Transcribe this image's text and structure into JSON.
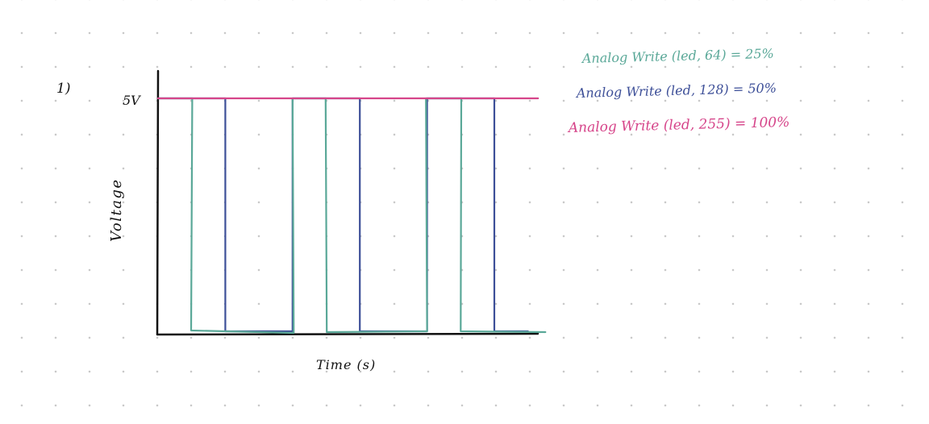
{
  "problem_number": "1)",
  "axes": {
    "y_label": "Voltage",
    "y_tick_label": "5V",
    "x_label": "Time (s)"
  },
  "legend": [
    {
      "text": "Analog Write (led, 64) = 25%",
      "color": "#5aa898"
    },
    {
      "text": "Analog Write (led, 128) = 50%",
      "color": "#3d4f98"
    },
    {
      "text": "Analog Write (led, 255) = 100%",
      "color": "#d6458a"
    }
  ],
  "chart_data": {
    "type": "line",
    "xlabel": "Time (s)",
    "ylabel": "Voltage",
    "y_tick_labels": [
      "5V"
    ],
    "grid": false,
    "legend_position": "top-right",
    "series": [
      {
        "name": "Analog Write (led, 64) = 25%",
        "color": "#5aa898",
        "duty_cycle": 0.25,
        "x": [
          0,
          1,
          1,
          4,
          4,
          5,
          5,
          8,
          8,
          9,
          9,
          11.5
        ],
        "y": [
          5,
          5,
          0,
          0,
          5,
          5,
          0,
          0,
          5,
          5,
          0,
          0
        ]
      },
      {
        "name": "Analog Write (led, 128) = 50%",
        "color": "#3d4f98",
        "duty_cycle": 0.5,
        "x": [
          0,
          2,
          2,
          4,
          4,
          6,
          6,
          8,
          8,
          10,
          10,
          11
        ],
        "y": [
          5,
          5,
          0,
          0,
          5,
          5,
          0,
          0,
          5,
          5,
          0,
          0
        ]
      },
      {
        "name": "Analog Write (led, 255) = 100%",
        "color": "#d6458a",
        "duty_cycle": 1.0,
        "x": [
          0,
          11.3
        ],
        "y": [
          5,
          5
        ]
      }
    ]
  }
}
